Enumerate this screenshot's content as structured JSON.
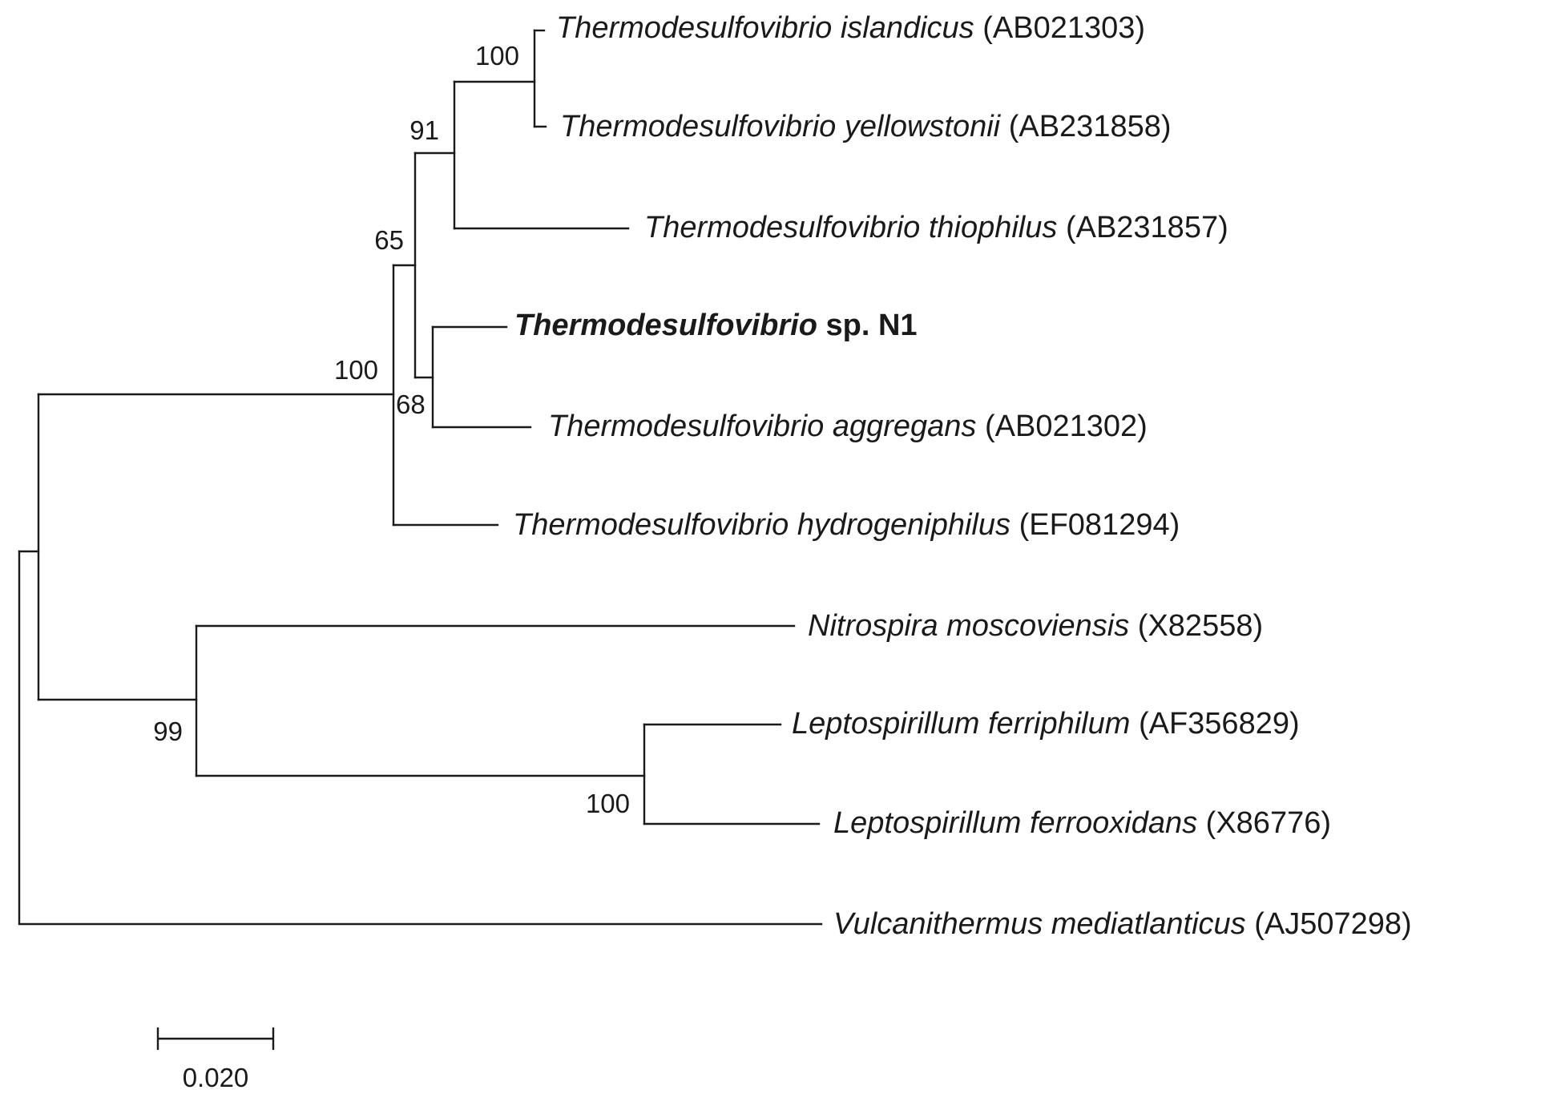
{
  "tree": {
    "taxa": [
      {
        "id": "t1",
        "name": "Thermodesulfovibrio islandicus",
        "rest": "(AB021303)",
        "bold": false
      },
      {
        "id": "t2",
        "name": "Thermodesulfovibrio yellowstonii",
        "rest": "(AB231858)",
        "bold": false
      },
      {
        "id": "t3",
        "name": "Thermodesulfovibrio thiophilus",
        "rest": "(AB231857)",
        "bold": false
      },
      {
        "id": "t4",
        "name": "Thermodesulfovibrio",
        "rest": "sp. N1",
        "bold": true
      },
      {
        "id": "t5",
        "name": "Thermodesulfovibrio aggregans",
        "rest": "(AB021302)",
        "bold": false
      },
      {
        "id": "t6",
        "name": "Thermodesulfovibrio hydrogeniphilus",
        "rest": "(EF081294)",
        "bold": false
      },
      {
        "id": "t7",
        "name": "Nitrospira moscoviensis",
        "rest": "(X82558)",
        "bold": false
      },
      {
        "id": "t8",
        "name": "Leptospirillum ferriphilum",
        "rest": "(AF356829)",
        "bold": false
      },
      {
        "id": "t9",
        "name": "Leptospirillum ferrooxidans",
        "rest": "(X86776)",
        "bold": false
      },
      {
        "id": "t10",
        "name": "Vulcanithermus mediatlanticus",
        "rest": "(AJ507298)",
        "bold": false
      }
    ],
    "bootstrap": [
      "100",
      "91",
      "65",
      "68",
      "100",
      "99",
      "100"
    ],
    "scale_bar": {
      "label": "0.020",
      "value": 0.02
    }
  }
}
